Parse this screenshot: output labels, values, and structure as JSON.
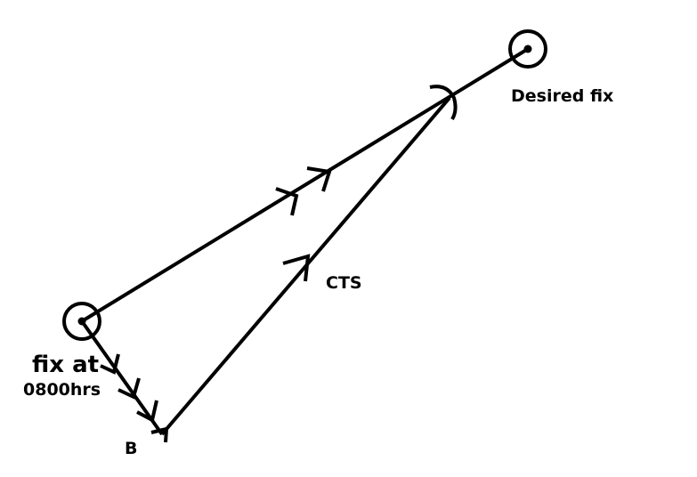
{
  "labels": {
    "desired_fix": "Desired fix",
    "cts": "CTS",
    "fix_at": "fix at",
    "time": "0800hrs",
    "point_b": "B"
  },
  "colors": {
    "ink": "#000000",
    "background": "#ffffff"
  }
}
